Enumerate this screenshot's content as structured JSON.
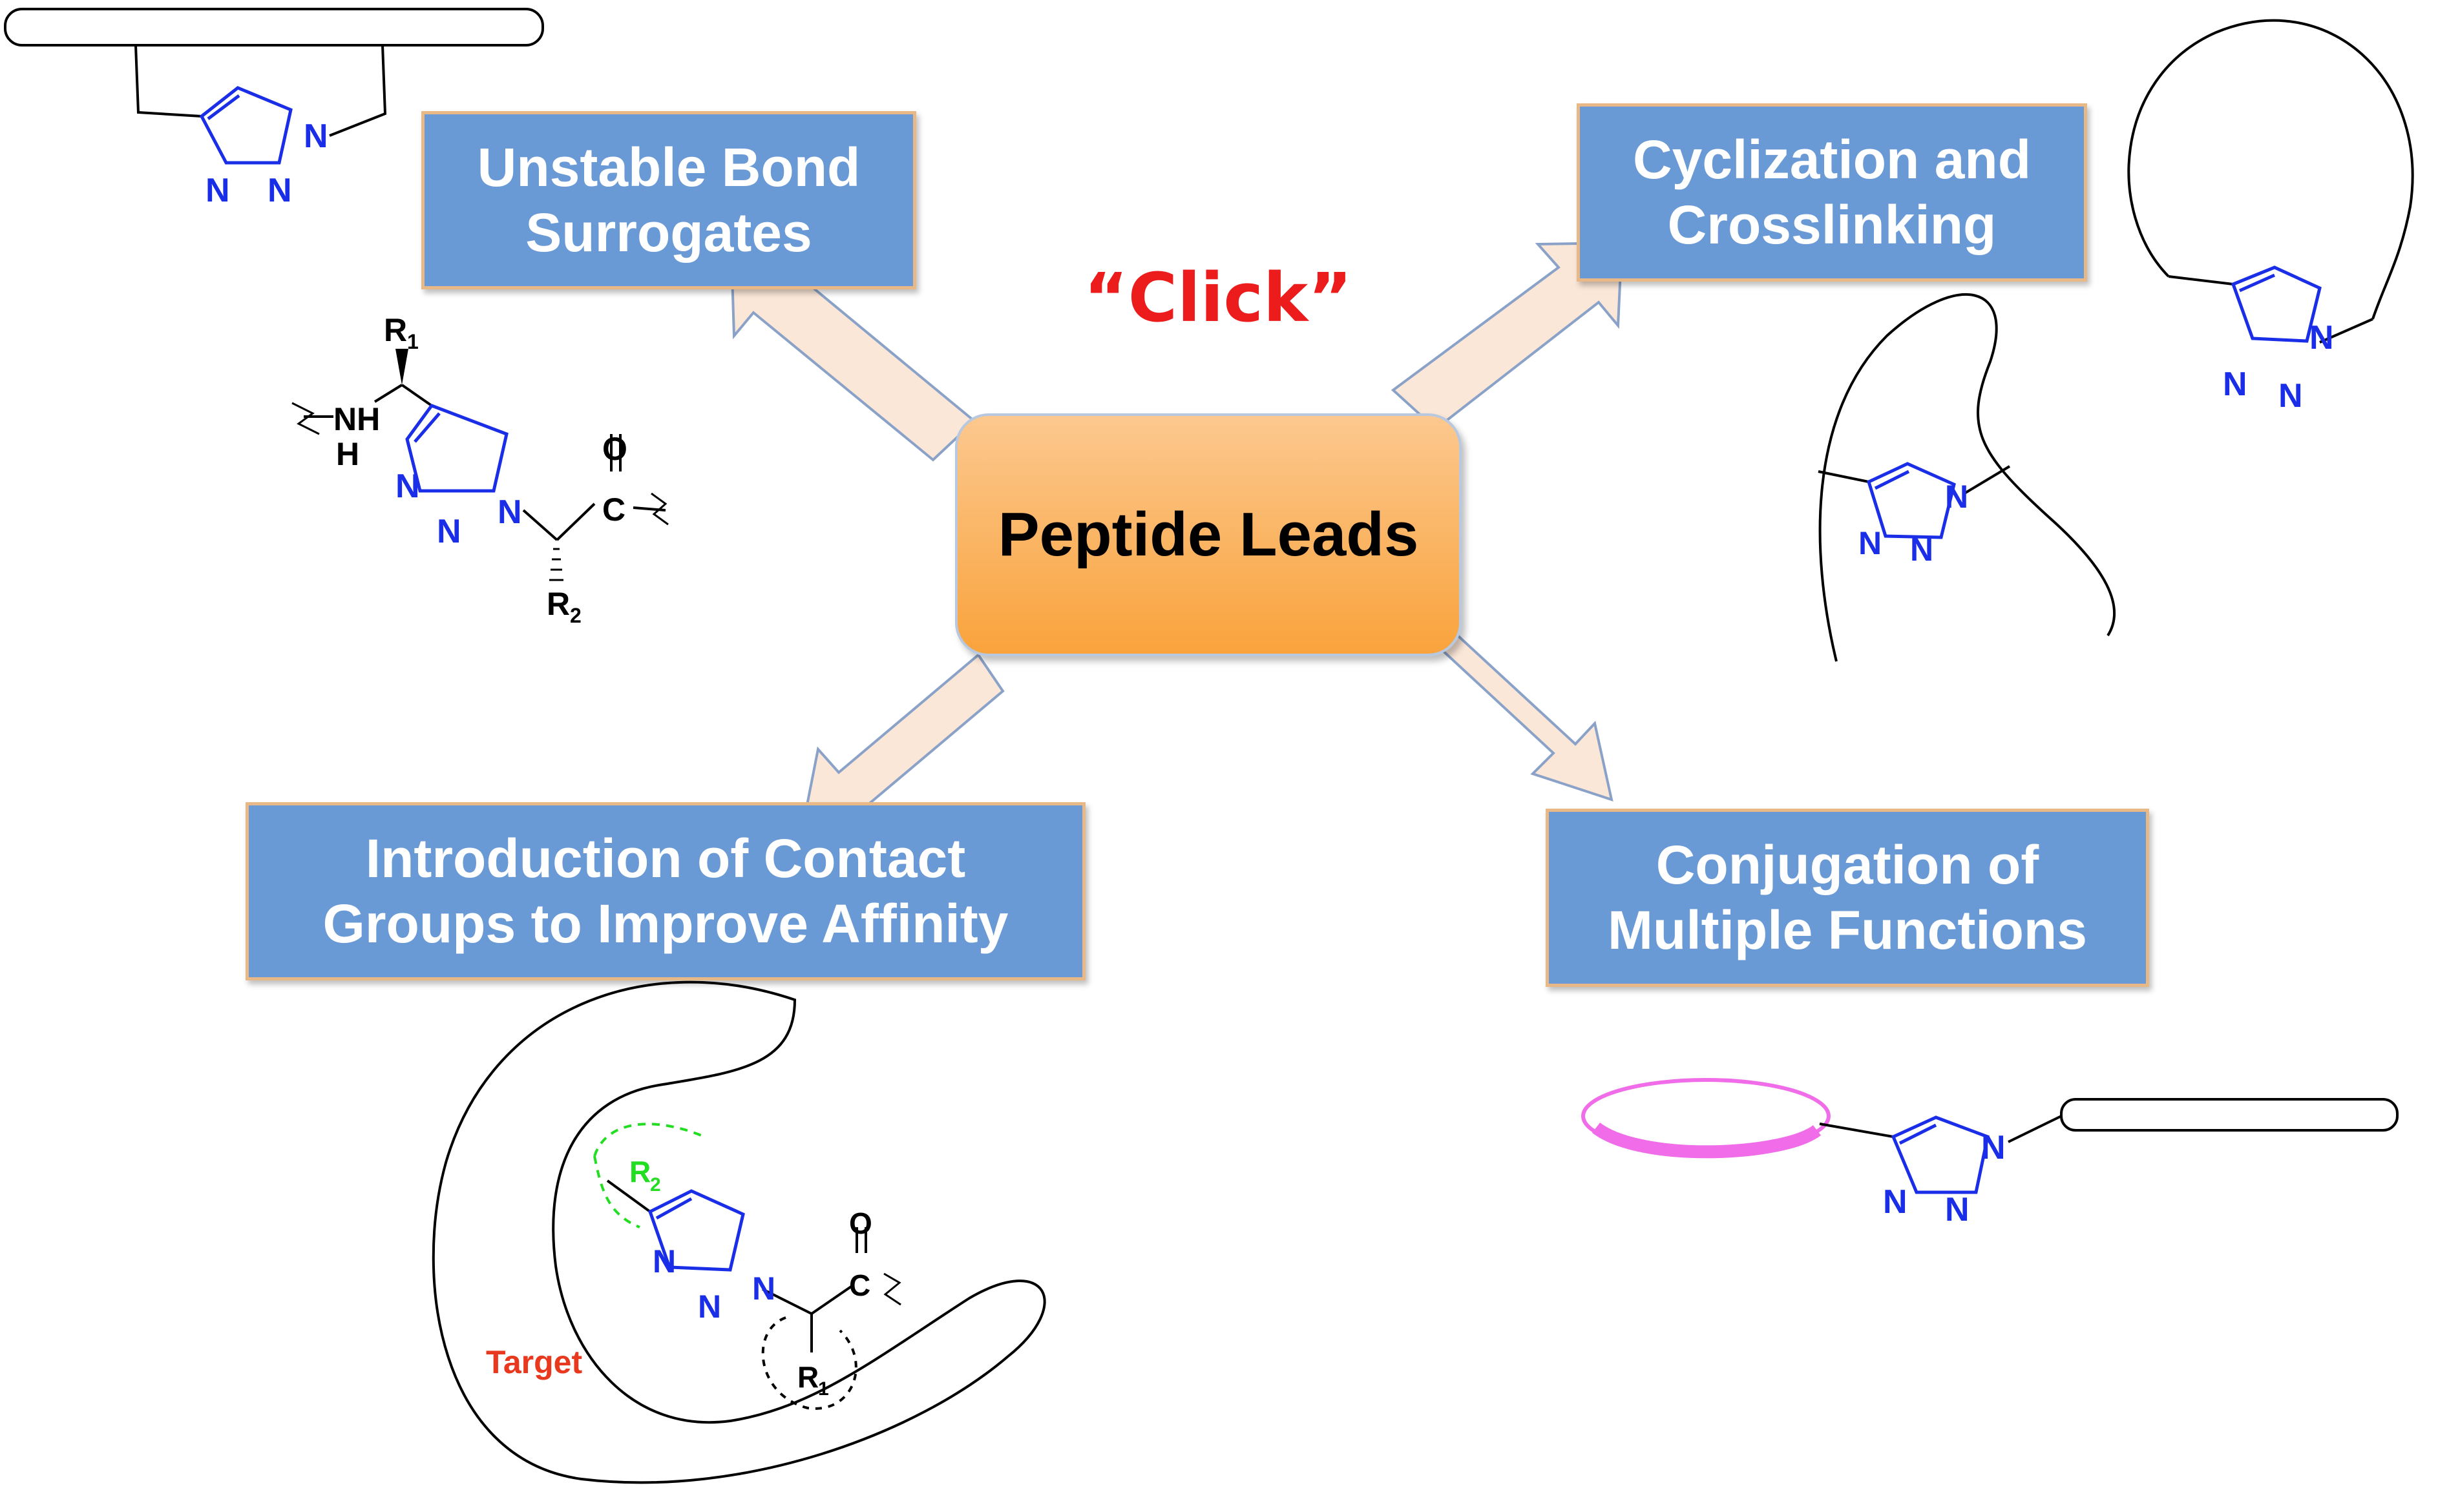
{
  "center": {
    "label": "Peptide Leads"
  },
  "click_label": "“Click”",
  "boxes": {
    "unstable": {
      "line1": "Unstable Bond",
      "line2": "Surrogates"
    },
    "cyclization": {
      "line1": "Cyclization and",
      "line2": "Crosslinking"
    },
    "contact": {
      "line1": "Introduction of Contact",
      "line2": "Groups to Improve Affinity"
    },
    "conjugation": {
      "line1": "Conjugation of",
      "line2": "Multiple Functions"
    }
  },
  "target_label": "Target",
  "atoms": {
    "N": "N",
    "NH": "NH",
    "H": "H",
    "O": "O",
    "C": "C",
    "R": "R",
    "sub1": "1",
    "sub2": "2"
  },
  "colors": {
    "triazole": "#1a2ee8",
    "arrow_fill": "#fbe7d8",
    "arrow_stroke": "#8aa2c8",
    "box_fill": "#6a9ad6",
    "center_fill": "#f9a33c",
    "click_red": "#ec1c1c",
    "contact_green": "#22dd22",
    "label_magenta": "#f06ce8"
  }
}
